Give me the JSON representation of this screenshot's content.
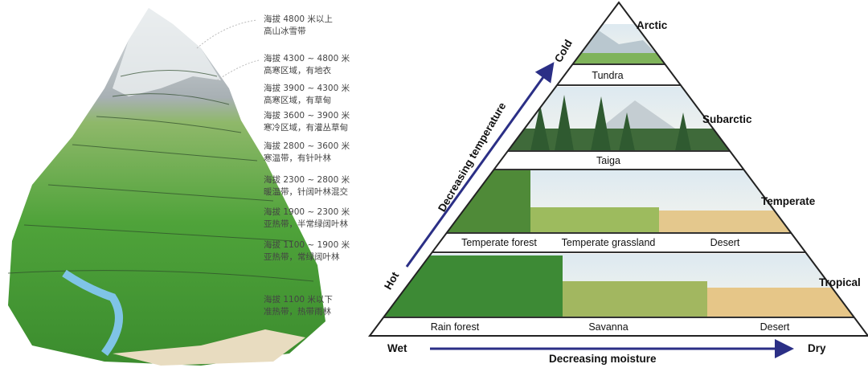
{
  "mountain": {
    "zones": [
      {
        "altitude": "海拔 4800 米以上",
        "desc": "高山冰雪带"
      },
      {
        "altitude": "海拔 4300 ~ 4800 米",
        "desc": "高寒区域，有地衣"
      },
      {
        "altitude": "海拔 3900 ~ 4300 米",
        "desc": "高寒区域，有草甸"
      },
      {
        "altitude": "海拔 3600 ~ 3900 米",
        "desc": "寒冷区域，有灌丛草甸"
      },
      {
        "altitude": "海拔 2800 ~ 3600 米",
        "desc": "寒温带，有针叶林"
      },
      {
        "altitude": "海拔 2300 ~ 2800 米",
        "desc": "暖温带，针阔叶林混交"
      },
      {
        "altitude": "海拔 1900 ~ 2300 米",
        "desc": "亚热带，半常绿阔叶林"
      },
      {
        "altitude": "海拔 1100 ~ 1900 米",
        "desc": "亚热带，常绿阔叶林"
      },
      {
        "altitude": "海拔 1100 米以下",
        "desc": "准热带，热带雨林"
      }
    ]
  },
  "pyramid": {
    "zones": [
      "Arctic",
      "Subarctic",
      "Temperate",
      "Tropical"
    ],
    "biomes": {
      "arctic": [
        "Tundra"
      ],
      "subarctic": [
        "Taiga"
      ],
      "temperate": [
        "Temperate forest",
        "Temperate grassland",
        "Desert"
      ],
      "tropical": [
        "Rain forest",
        "Savanna",
        "Desert"
      ]
    },
    "x_axis": {
      "left": "Wet",
      "right": "Dry",
      "label": "Decreasing moisture"
    },
    "y_axis": {
      "bottom": "Hot",
      "top": "Cold",
      "label": "Decreasing temperature"
    },
    "arrow_color": "#2b2f86"
  }
}
